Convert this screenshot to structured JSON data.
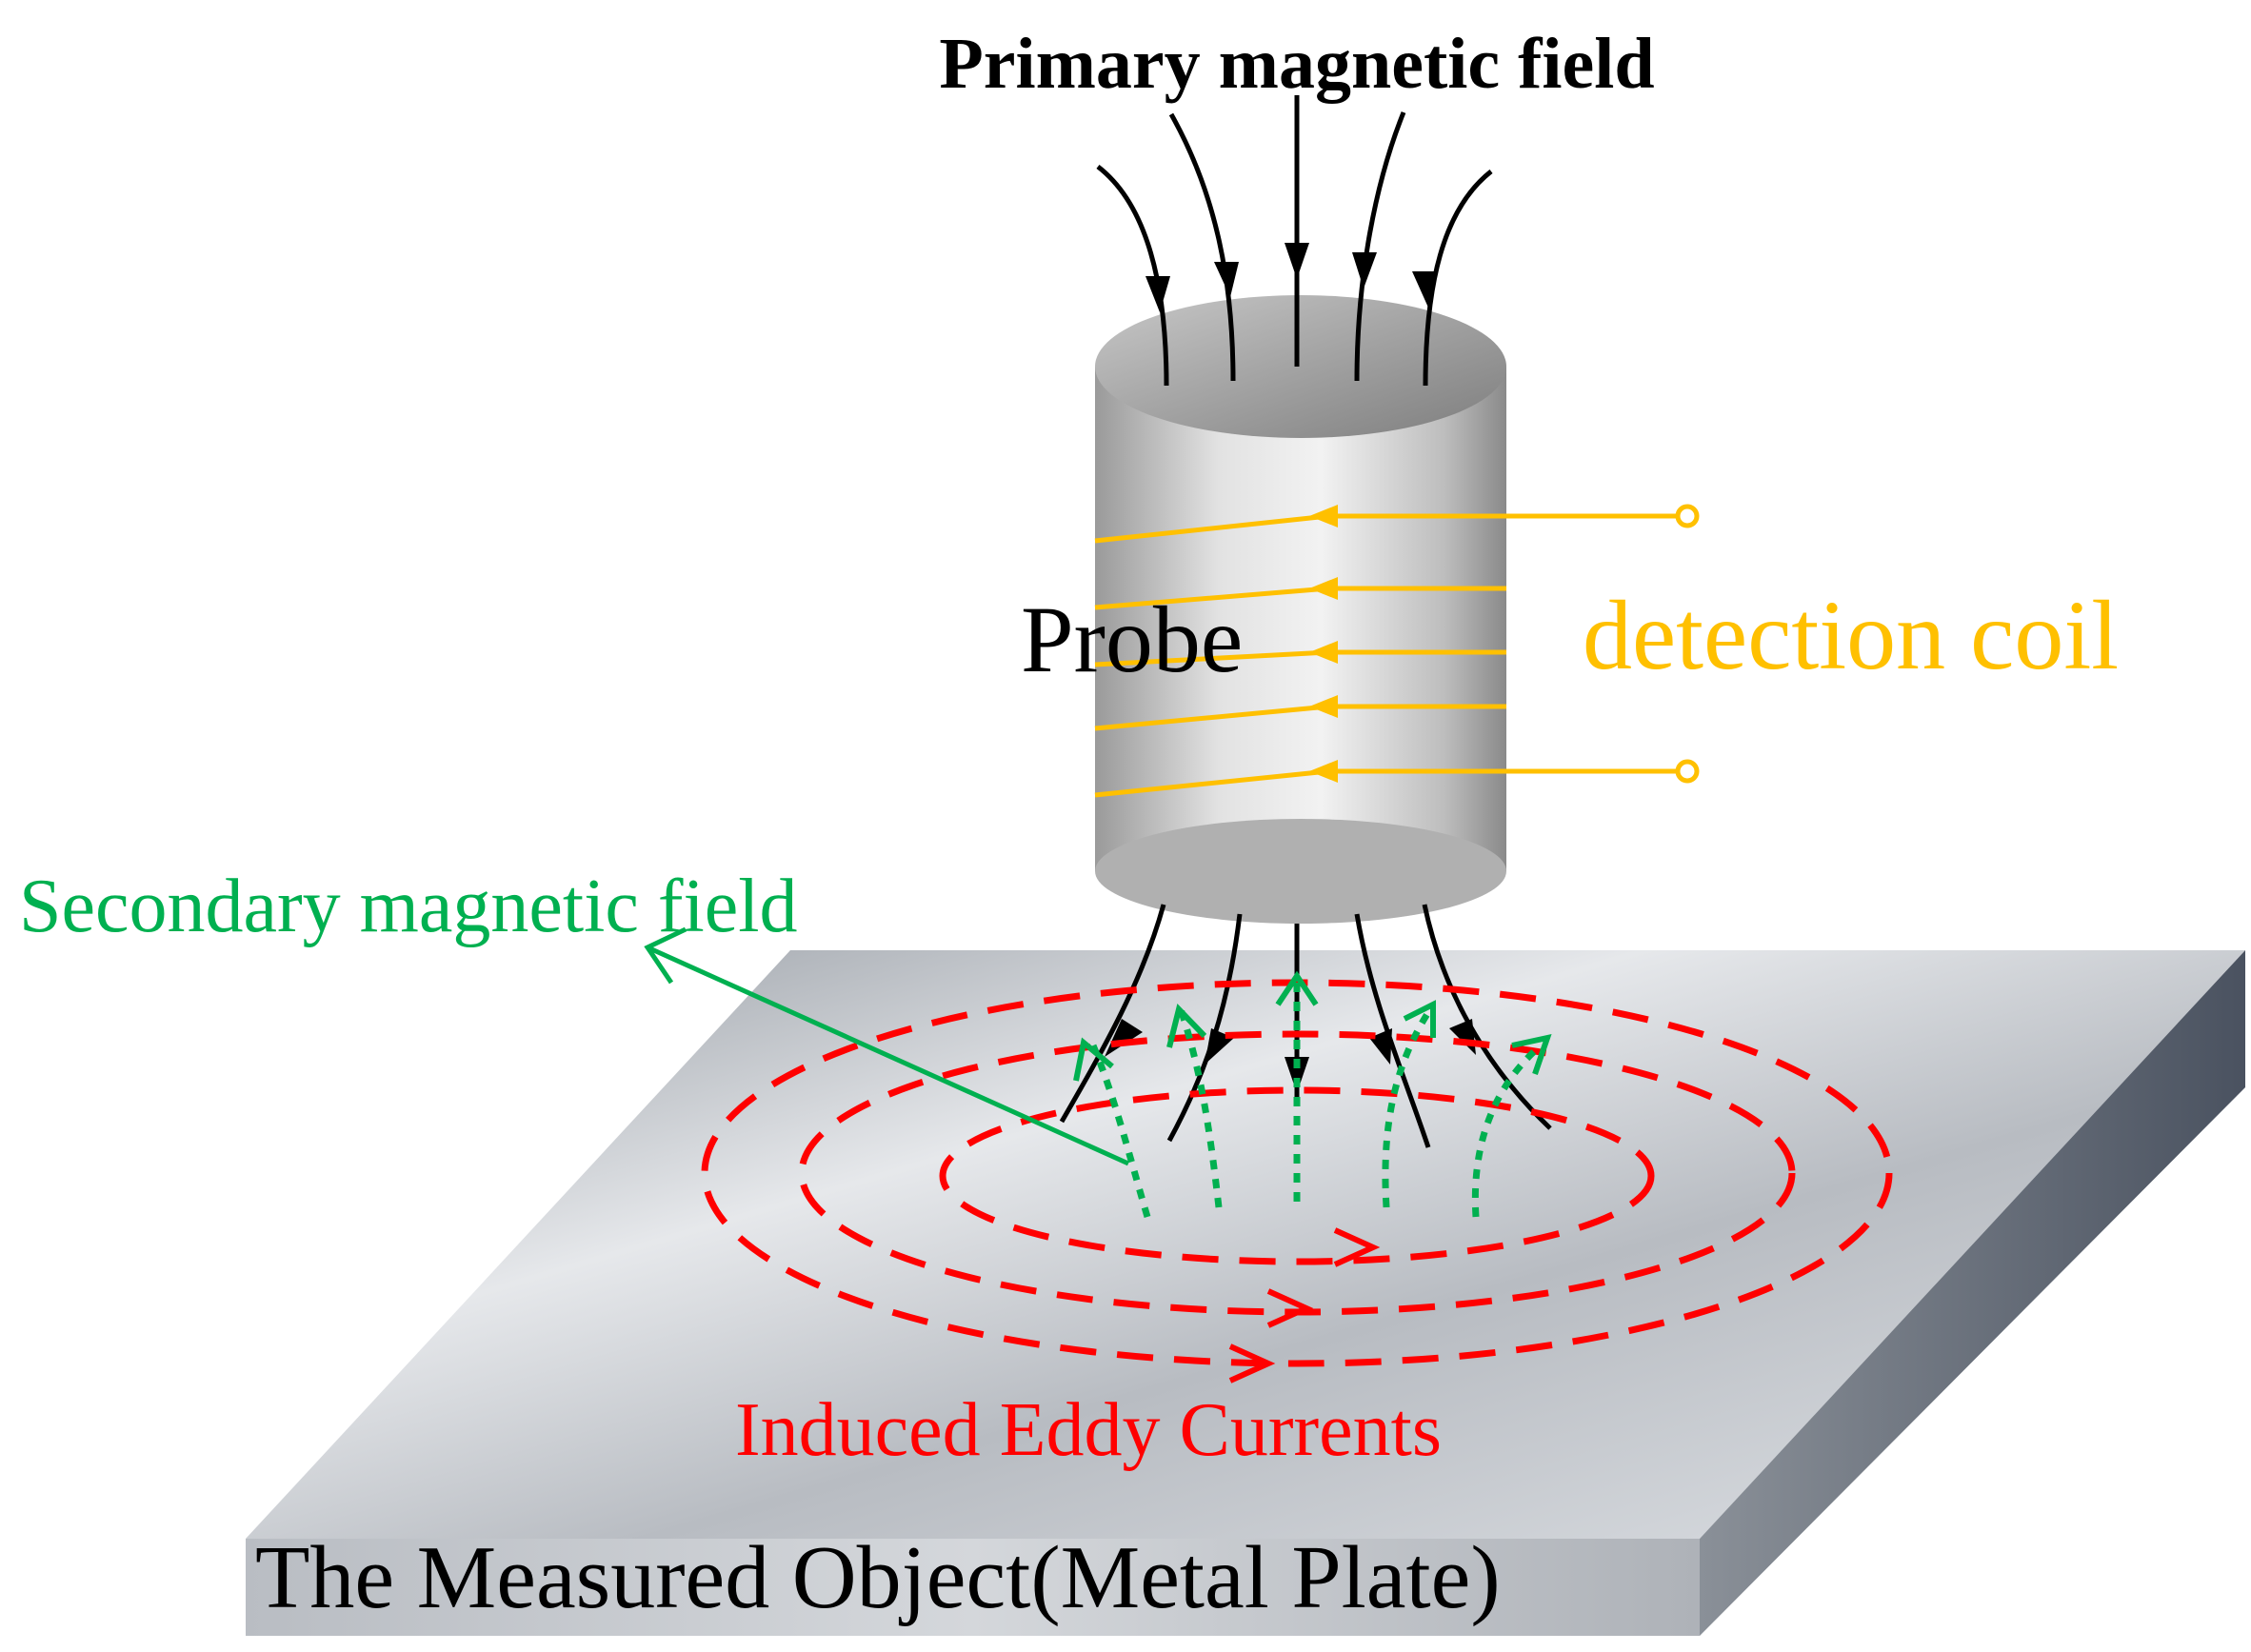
{
  "labels": {
    "primary_field": "Primary magnetic field",
    "probe": "Probe",
    "detection_coil": "detection coil",
    "secondary_field": "Secondary magnetic field",
    "eddy_currents": "Induced Eddy Currents",
    "measured_object": "The Measured Object(Metal Plate)"
  },
  "colors": {
    "primary_field": "#000000",
    "detection_coil": "#FFC000",
    "secondary_field": "#00B050",
    "eddy_currents": "#FF0000",
    "text": "#000000"
  }
}
